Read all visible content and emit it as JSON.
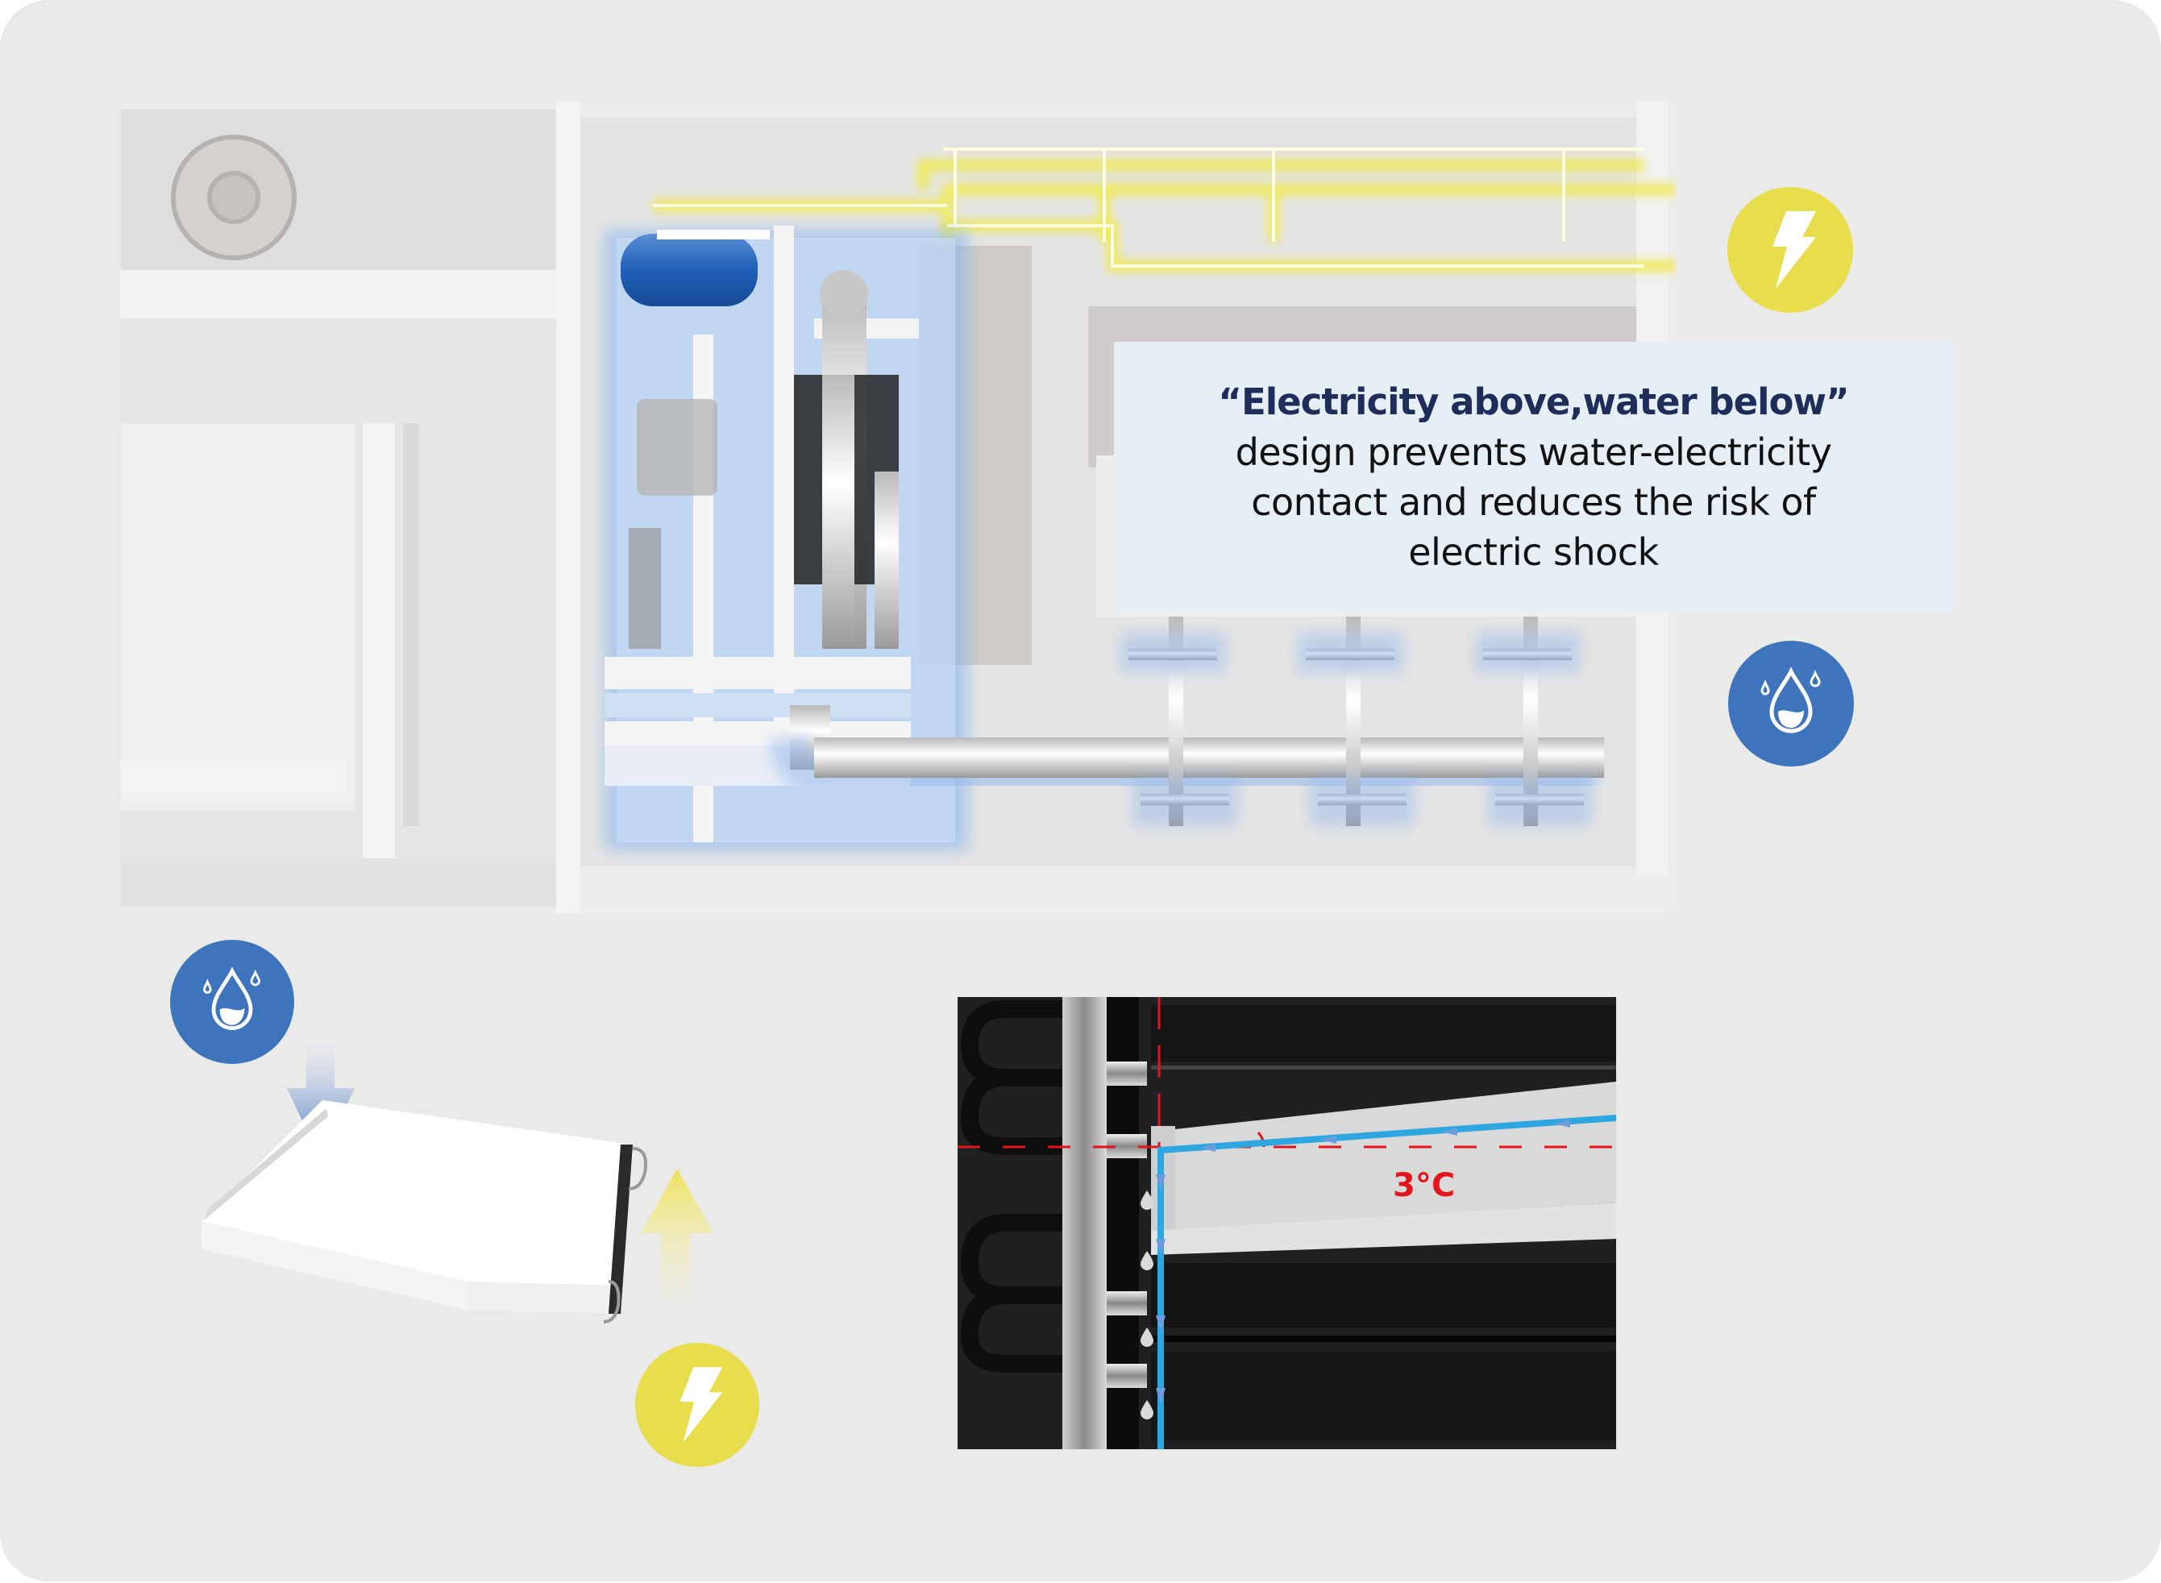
{
  "callout": {
    "headline": "“Electricity above,water below”",
    "body_lines": [
      "design prevents water-electricity",
      "contact and reduces the risk of",
      "electric shock"
    ]
  },
  "icons": {
    "top_right_upper": "electricity-icon",
    "top_right_lower": "water-drop-icon",
    "tray_top": "water-drop-icon",
    "tray_bottom": "electricity-icon"
  },
  "annotation": {
    "angle_label": "3°C"
  },
  "colors": {
    "card_bg": "#eaeae8",
    "callout_bg": "#e6eef6",
    "headline": "#1f2d5a",
    "electricity": "#e8dd4c",
    "water": "#3d74bb",
    "water_flow": "#2ea6e0",
    "angle_line": "#e3141c"
  }
}
